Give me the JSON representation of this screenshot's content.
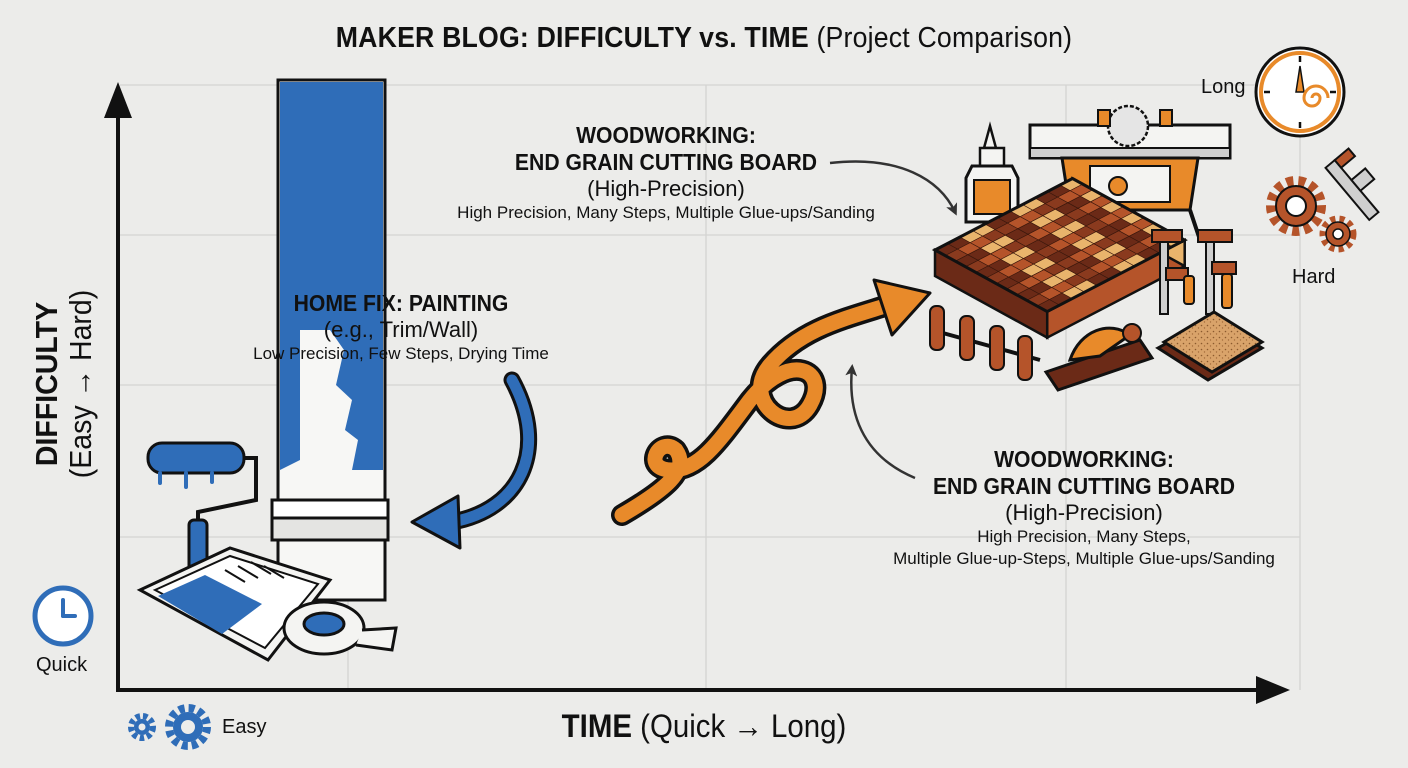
{
  "title": {
    "bold": "MAKER BLOG: DIFFICULTY vs. TIME",
    "light": "(Project Comparison)"
  },
  "x_axis": {
    "bold": "TIME",
    "light": "(Quick → Long)"
  },
  "y_axis": {
    "bold": "DIFFICULTY",
    "light": "(Easy → Hard)"
  },
  "corner_labels": {
    "quick": "Quick",
    "easy": "Easy",
    "long": "Long",
    "hard": "Hard"
  },
  "callout_painting": {
    "heading": "HOME FIX: PAINTING",
    "subheading": "(e.g., Trim/Wall)",
    "detail": "Low Precision, Few Steps, Drying Time"
  },
  "callout_woodworking_top": {
    "heading_line1": "WOODWORKING:",
    "heading_line2": "END GRAIN CUTTING BOARD",
    "subheading": "(High-Precision)",
    "detail": "High Precision, Many Steps, Multiple Glue-ups/Sanding"
  },
  "callout_woodworking_bottom": {
    "heading_line1": "WOODWORKING:",
    "heading_line2": "END GRAIN CUTTING BOARD",
    "subheading": "(High-Precision)",
    "detail_line1": "High Precision, Many Steps,",
    "detail_line2": "Multiple Glue-up-Steps, Multiple Glue-ups/Sanding"
  },
  "colors": {
    "accent_blue": "#2f6db8",
    "accent_orange": "#e88a2a",
    "wood_dark": "#6b2a17",
    "wood_mid": "#b5542a",
    "wood_light": "#e9b46c",
    "ink": "#111111"
  },
  "icons": [
    "clock-icon",
    "gear-icon",
    "paint-roller-icon",
    "paint-tray-icon",
    "tape-roll-icon",
    "wall-panel-icon",
    "glue-bottle-icon",
    "table-saw-icon",
    "cutting-board-icon",
    "clamp-icon",
    "hand-plane-icon",
    "sandpaper-icon",
    "caliper-icon",
    "progress-arrow-icon"
  ]
}
